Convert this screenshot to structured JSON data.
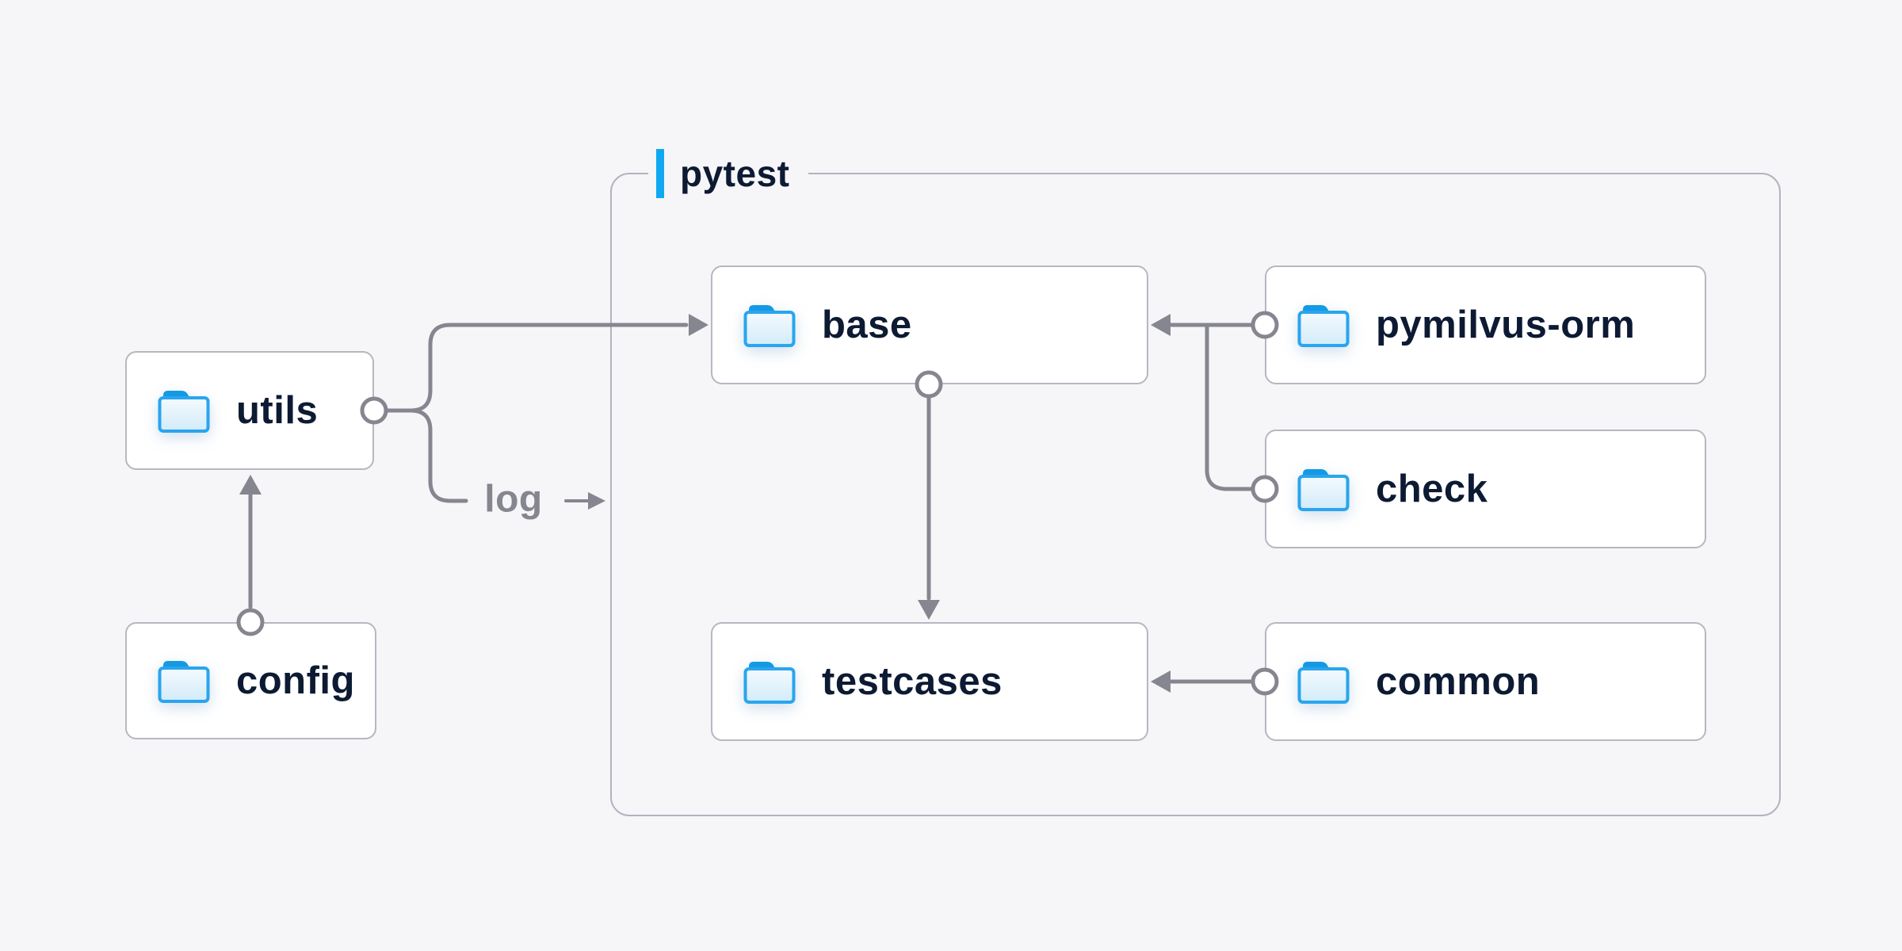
{
  "diagram": {
    "container": {
      "label": "pytest"
    },
    "nodes": [
      {
        "id": "utils",
        "label": "utils",
        "icon": "folder-icon"
      },
      {
        "id": "config",
        "label": "config",
        "icon": "folder-icon"
      },
      {
        "id": "base",
        "label": "base",
        "icon": "folder-icon"
      },
      {
        "id": "pymilvus-orm",
        "label": "pymilvus-orm",
        "icon": "folder-icon"
      },
      {
        "id": "check",
        "label": "check",
        "icon": "folder-icon"
      },
      {
        "id": "testcases",
        "label": "testcases",
        "icon": "folder-icon"
      },
      {
        "id": "common",
        "label": "common",
        "icon": "folder-icon"
      }
    ],
    "edges": [
      {
        "from": "config",
        "to": "utils"
      },
      {
        "from": "utils",
        "to": "base"
      },
      {
        "from": "utils",
        "to": "pytest-container",
        "label": "log"
      },
      {
        "from": "pymilvus-orm",
        "to": "base"
      },
      {
        "from": "check",
        "to": "base"
      },
      {
        "from": "base",
        "to": "testcases"
      },
      {
        "from": "common",
        "to": "testcases"
      }
    ]
  },
  "colors": {
    "bg": "#f6f6f8",
    "node-bg": "#ffffff",
    "node-border": "#b7b7c2",
    "container-border": "#b2b3bf",
    "ink": "#0d1a33",
    "wire": "#85868f",
    "log-text": "#85868f",
    "accent": "#10a9f1",
    "folder-stroke": "#29a5ee",
    "folder-tab": "#149ae3",
    "folder-fill-top": "#f4fafe",
    "folder-fill-bottom": "#d2ebfa"
  }
}
